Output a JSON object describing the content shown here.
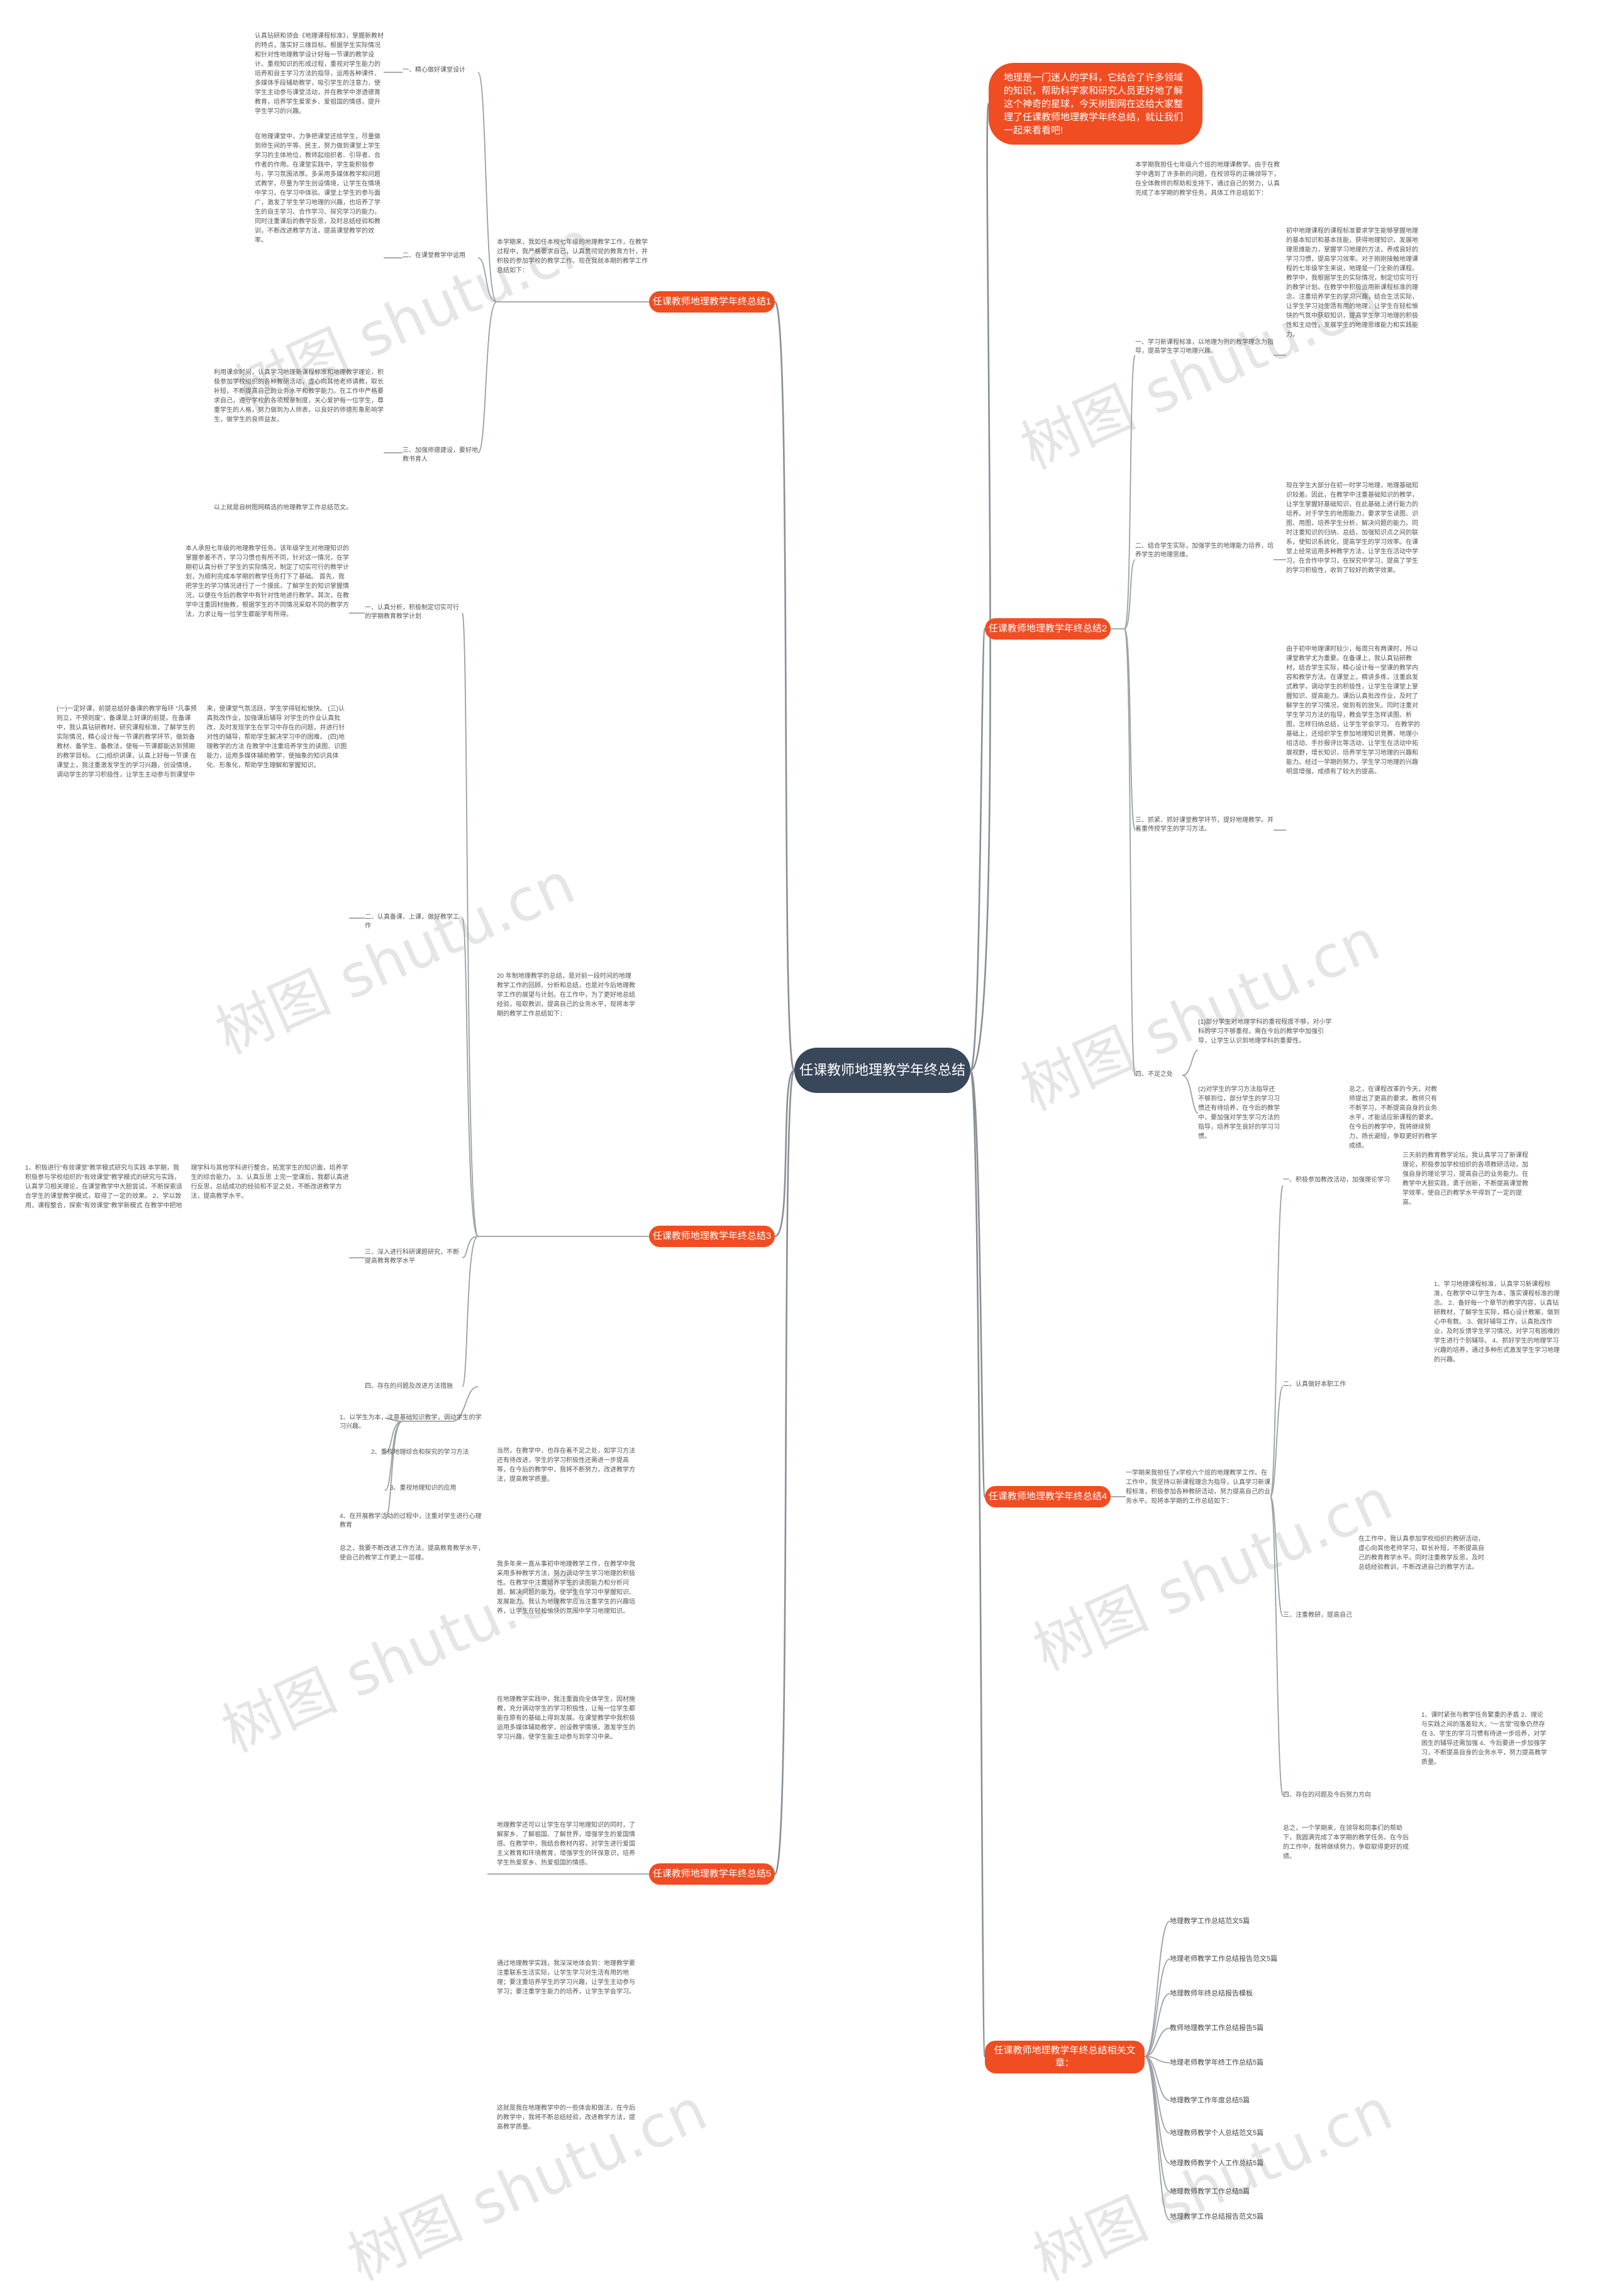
{
  "center": "任课教师地理教学年终总结",
  "intro": "地理是一门迷人的学科，它结合了许多领域的知识，帮助科学家和研究人员更好地了解这个神奇的星球，今天树图网在这给大家整理了任课教师地理教学年终总结，就让我们一起来看看吧!",
  "watermark": "树图 shutu.cn",
  "branches": [
    {
      "label": "任课教师地理教学年终总结1"
    },
    {
      "label": "任课教师地理教学年终总结2"
    },
    {
      "label": "任课教师地理教学年终总结3"
    },
    {
      "label": "任课教师地理教学年终总结4"
    },
    {
      "label": "任课教师地理教学年终总结5"
    },
    {
      "label": "任课教师地理教学年终总结相关文章："
    }
  ],
  "b1": {
    "intro": "本学期来，我如任本校七年级的地理教学工作，在教学过程中，我严格要求自己，认真贯彻党的教育方针，并积极的参加学校的教学工作。现在我就本期的教学工作总结如下：",
    "items": [
      {
        "label": "一、精心做好课堂设计",
        "text": "认真钻研和领会《地理课程标准》，掌握新教材的特点，落实好三维目标。根据学生实际情况和针对性地理教学设计好每一节课的教学设计。重视知识的形成过程，重视对学生能力的培养和自主学习方法的指导，运用各种课件、多媒体手段辅助教学，吸引学生的注意力，使学生主动参与课堂活动，并在教学中渗透德育教育，培养学生爱家乡、爱祖国的情感，提升学生学习的兴趣。"
      },
      {
        "label": "二、在课堂教学中运用",
        "text": "在地理课堂中，力争把课堂还给学生，尽量做到师生间的平等、民主，努力做到课堂上学生学习的主体地位，教师起组织者、引导者、合作者的作用。在课堂实践中，学生能积极参与，学习氛围浓厚。多采用多媒体教学和问题式教学，尽量为学生创设情境，让学生在情境中学习，在学习中体验。课堂上学生的参与面广，激发了学生学习地理的兴趣，也培养了学生的自主学习、合作学习、探究学习的能力。同时注重课后的教学反思，及时总结经验和教训，不断改进教学方法，提高课堂教学的效率。"
      },
      {
        "label": "三、加强师德建设，要好地教书育人",
        "text": "利用课余时间，认真学习地理新课程标准和地理教学理论，积极参加学校组织的各种教研活动，虚心向其他老师请教，取长补短，不断提高自己的业务水平和教学能力。在工作中严格要求自己，遵守学校的各项规章制度，关心爱护每一位学生，尊重学生的人格，努力做到为人师表，以良好的师德形象影响学生，做学生的良师益友。"
      }
    ],
    "tail": "以上就是自树图网精选的地理教学工作总结范文。"
  },
  "b2": {
    "intro": "本学期我担任七年级六个班的地理课教学。由于在教学中遇到了许多新的问题，在校领导的正确领导下，在全体教师的帮助和支持下，通过自己的努力，认真完成了本学期的教学任务，具体工作总结如下：",
    "items": [
      {
        "label": "一、学习新课程标准，以地理为例的教学理念为指导，提高学生学习地理兴趣。",
        "text": "初中地理课程的课程标准要求学生能够掌握地理的基本知识和基本技能，获得地理知识，发展地理思维能力，掌握学习地理的方法，养成良好的学习习惯，提高学习效率。对于刚刚接触地理课程的七年级学生来说，地理是一门全新的课程。教学中，我根据学生的实际情况，制定切实可行的教学计划。在教学中积极运用新课程标准的理念，注重培养学生的学习兴趣，结合生活实际，让学生学习对生活有用的地理，让学生在轻松愉快的气氛中获取知识，提高学生学习地理的积极性和主动性，发展学生的地理思维能力和实践能力。"
      },
      {
        "label": "二、结合学生实际，加强学生的地理能力培养，培养学生的地理思维。",
        "text": "现在学生大部分在初一时学习地理，地理基础知识较差。因此，在教学中注重基础知识的教学，让学生掌握好基础知识，在此基础上进行能力的培养。对于学生的地图能力，要求学生读图、识图、用图，培养学生分析、解决问题的能力。同时注重知识的归纳、总结，加强知识点之间的联系，使知识系统化，提高学生的学习效率。在课堂上经常运用多种教学方法，让学生在活动中学习，在合作中学习，在探究中学习，提高了学生的学习积极性，收到了较好的教学效果。"
      },
      {
        "label": "三、抓紧、抓好课堂教学环节，提好地理教学。并着重传授学生的学习方法。",
        "text": "由于初中地理课时较少，每周只有两课时，所以课堂教学尤为重要。在备课上，我认真钻研教材，结合学生实际，精心设计每一堂课的教学内容和教学方法。在课堂上，精讲多练，注重启发式教学，调动学生的积极性，让学生在课堂上掌握知识、提高能力。课后认真批改作业，及时了解学生的学习情况，做到有的放矢。同时注重对学生学习方法的指导，教会学生怎样读图、析图，怎样归纳总结，让学生学会学习。\n在教学的基础上，还组织学生参加地理知识竞赛、地理小组活动、手抄报评比等活动，让学生在活动中拓展视野，增长知识，培养学生学习地理的兴趣和能力。经过一学期的努力，学生学习地理的兴趣明显增强，成绩有了较大的提高。"
      }
    ],
    "shortage_label": "四、不足之处",
    "shortage_a": "(1)部分学生对地理学科的重视程度不够，对小学科的学习不够重视，需在今后的教学中加强引导，让学生认识到地理学科的重要性。",
    "shortage_b": "(2)对学生的学习方法指导还不够到位，部分学生的学习习惯还有待培养，在今后的教学中，要加强对学生学习方法的指导，培养学生良好的学习习惯。",
    "shortage_c": "总之，在课程改革的今天，对教师提出了更高的要求。教师只有不断学习，不断提高自身的业务水平，才能适应新课程的要求。在今后的教学中，我将继续努力，扬长避短，争取更好的教学成绩。"
  },
  "b3": {
    "intro": "20 年制地理教学的总结，是对前一段时间的地理教学工作的回顾、分析和总结，也是对今后地理教学工作的展望与计划。在工作中，为了更好地总结经验，吸取教训，提高自己的业务水平，现将本学期的教学工作总结如下：",
    "items": [
      {
        "label": "一、认真分析，积极制定切实可行的学期教育教学计划",
        "text": "本人承担七年级的地理教学任务。该年级学生对地理知识的掌握参差不齐，学习习惯也有所不同，针对这一情况，在学期初认真分析了学生的实际情况，制定了切实可行的教学计划，为顺利完成本学期的教学任务打下了基础。\n首先，我把学生的学习情况进行了一个摸底，了解学生的知识掌握情况，以便在今后的教学中有针对性地进行教学。其次，在教学中注重因材施教，根据学生的不同情况采取不同的教学方法，力求让每一位学生都能学有所得。"
      },
      {
        "label": "二、认真备课、上课，做好教学工作",
        "text": "(一)一定好课，前提总结好备课的教学每环\n“凡事预则立，不预则废”，备课是上好课的前提。在备课中，我认真钻研教材，研究课程标准，了解学生的实际情况，精心设计每一节课的教学环节，做到备教材、备学生、备教法，使每一节课都能达到预期的教学目标。\n(二)组织讲课，认真上好每一节课\n在课堂上，我注重激发学生的学习兴趣，创设情境，调动学生的学习积极性，让学生主动参与到课堂中来，使课堂气氛活跃，学生学得轻松愉快。\n(三)认真批改作业，加强课后辅导\n对学生的作业认真批改，及时发现学生在学习中存在的问题，并进行针对性的辅导，帮助学生解决学习中的困难。\n(四)地理教学的方法\n在教学中注重培养学生的读图、识图能力，运用多媒体辅助教学，使抽象的知识具体化、形象化，帮助学生理解和掌握知识。"
      },
      {
        "label": "三、深入进行科研课题研究，不断提高教育教学水平",
        "text": "1、积极进行“有效课堂”教学模式研究与实践\n本学期，我积极参与学校组织的“有效课堂”教学模式的研究与实践，认真学习相关理论，在课堂教学中大胆尝试，不断探索适合学生的课堂教学模式，取得了一定的效果。\n2、学以致用，课程整合，探索“有效课堂”教学新模式\n在教学中把地理学科与其他学科进行整合，拓宽学生的知识面，培养学生的综合能力。\n3、认真反思\n上完一堂课后，我都认真进行反思，总结成功的经验和不足之处，不断改进教学方法，提高教学水平。"
      },
      {
        "label": "四、存在的问题及改进方法措施",
        "text": ""
      }
    ]
  },
  "b3_tail": {
    "items": [
      "1、以学生为本，注意基础知识教学，调动学生的学习兴趣。",
      "2、重视地理综合和探究的学习方法",
      "3、重视地理知识的应用",
      "4、在开展教学活动的过程中，注重对学生进行心理教育"
    ],
    "summary": "总之，我要不断改进工作方法，提高教育教学水平，使自己的教学工作更上一层楼。",
    "extra": "当然，在教学中，也存在着不足之处，如学习方法还有待改进，学生的学习积极性还需进一步提高等，在今后的教学中，我将不断努力，改进教学方法，提高教学质量。"
  },
  "b4": {
    "intro": "一学期来我担任了x学校六个班的地理教学工作。在工作中，我坚持以新课程理念为指导，认真学习新课程标准，积极参加各种教研活动，努力提高自己的业务水平。现将本学期的工作总结如下：",
    "items": [
      {
        "label": "一、积极参加教改活动，加强理论学习",
        "text": "三天前的教育教学论坛，我认真学习了新课程理论，积极参加学校组织的各项教研活动，加强自身的理论学习，提高自己的业务能力。在教学中大胆实践，勇于创新，不断提高课堂教学效率，使自己的教学水平得到了一定的提高。"
      },
      {
        "label": "二、认真做好本职工作",
        "text": "1、学习地理课程标准，认真学习新课程标准，在教学中以学生为本，落实课程标准的理念。\n2、备好每一个章节的教学内容，认真钻研教材，了解学生实际，精心设计教案，做到心中有数。\n3、做好辅导工作，认真批改作业，及时反馈学生学习情况，对学习有困难的学生进行个别辅导。\n4、抓好学生的地理学习兴趣的培养，通过多种形式激发学生学习地理的兴趣。"
      },
      {
        "label": "三、注重教研，提高自己",
        "text": "在工作中，我认真参加学校组织的教研活动，虚心向其他老师学习，取长补短，不断提高自己的教育教学水平。同时注重教学反思，及时总结经验教训，不断改进自己的教学方法。"
      },
      {
        "label": "四、存在的问题及今后努力方向",
        "text": "1、课时紧张与教学任务繁重的矛盾\n2、理论与实践之间的落差较大，“一言堂”现象仍然存在\n3、学生的学习习惯有待进一步培养，对学困生的辅导还需加强\n4、今后要进一步加强学习，不断提高自身的业务水平，努力提高教学质量。"
      }
    ],
    "closing": "总之，一个学期来，在领导和同事们的帮助下，我圆满完成了本学期的教学任务。在今后的工作中，我将继续努力，争取取得更好的成绩。"
  },
  "b5": {
    "paragraphs": [
      "我多年来一直从事初中地理教学工作，在教学中我采用多种教学方法，努力调动学生学习地理的积极性。在教学中注重培养学生的读图能力和分析问题、解决问题的能力，使学生在学习中掌握知识、发展能力。我认为地理教学应当注重学生的兴趣培养，让学生在轻松愉快的氛围中学习地理知识。",
      "在地理教学实践中，我注重面向全体学生，因材施教，充分调动学生的学习积极性，让每一位学生都能在原有的基础上得到发展。在课堂教学中我积极运用多媒体辅助教学，创设教学情境，激发学生的学习兴趣，使学生能主动参与到学习中来。",
      "地理教学还可以让学生在学习地理知识的同时，了解家乡、了解祖国、了解世界，增强学生的爱国情感。在教学中，我结合教材内容，对学生进行爱国主义教育和环境教育，增强学生的环保意识，培养学生热爱家乡、热爱祖国的情感。",
      "通过地理教学实践，我深深地体会到：地理教学要注重联系生活实际，让学生学习对生活有用的地理；要注重培养学生的学习兴趣，让学生主动参与学习；要注重学生能力的培养，让学生学会学习。",
      "这就是我在地理教学中的一些体会和做法，在今后的教学中，我将不断总结经验，改进教学方法，提高教学质量。"
    ]
  },
  "related": [
    "地理教学工作总结范文5篇",
    "地理老师教学工作总结报告范文5篇",
    "地理教师年终总结报告模板",
    "教师地理教学工作总结报告5篇",
    "地理老师教学年终工作总结5篇",
    "地理教学工作年度总结5篇",
    "地理教师教学个人总结范文5篇",
    "地理教师教学个人工作总结5篇",
    "地理教师教学工作总结5篇",
    "地理教学工作总结报告范文5篇"
  ]
}
